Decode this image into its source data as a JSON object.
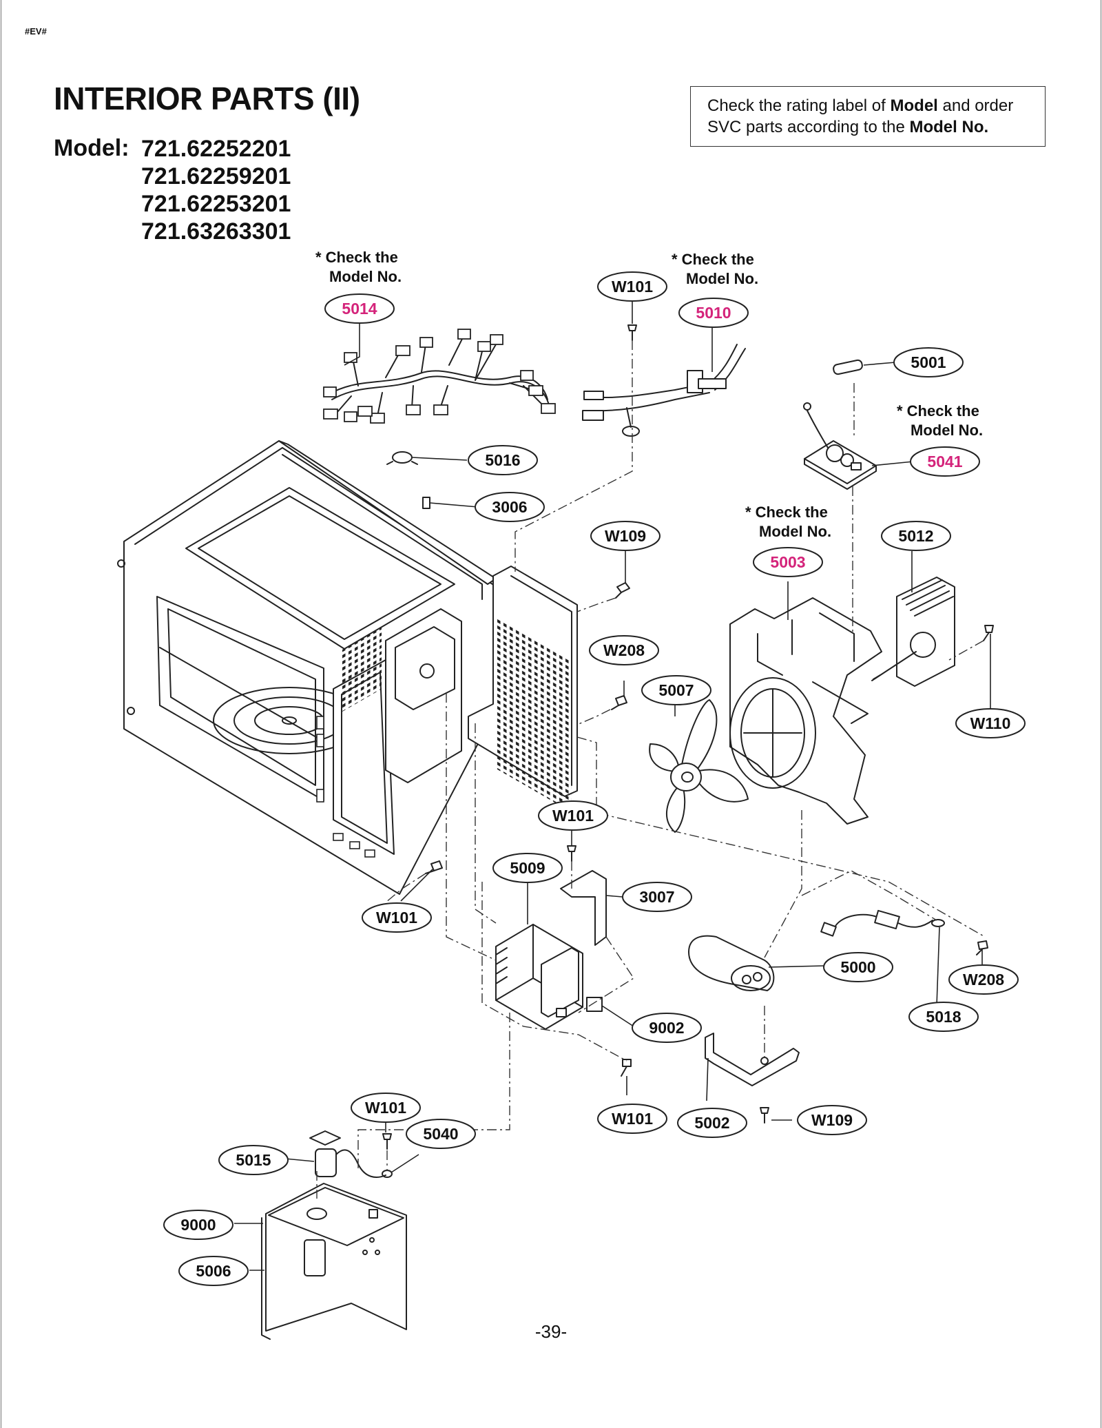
{
  "header": {
    "tag": "#EV#",
    "title": "INTERIOR PARTS (II)",
    "model_label": "Model:",
    "models": [
      "721.62252201",
      "721.62259201",
      "721.62253201",
      "721.63263301"
    ]
  },
  "notice": {
    "t1": "Check the rating label of ",
    "b1": "Model",
    "t2": " and order SVC parts according to the ",
    "b2": "Model No."
  },
  "notes": {
    "line1": "* Check the",
    "line2": "Model No."
  },
  "callouts": {
    "c5014": "5014",
    "c5010": "5010",
    "c5041": "5041",
    "c5003": "5003",
    "cW101_top": "W101",
    "c5001": "5001",
    "c5016": "5016",
    "c3006": "3006",
    "cW109_top": "W109",
    "c5012": "5012",
    "cW208_top": "W208",
    "c5007": "5007",
    "cW110": "W110",
    "cW101_mid": "W101",
    "c5009": "5009",
    "c3007": "3007",
    "cW101_left": "W101",
    "c5000": "5000",
    "cW208_right": "W208",
    "c5018": "5018",
    "c9002": "9002",
    "cW101_low": "W101",
    "c5002": "5002",
    "cW109_low": "W109",
    "cW101_bottom": "W101",
    "c5040": "5040",
    "c5015": "5015",
    "c9000": "9000",
    "c5006": "5006"
  },
  "colors": {
    "highlight": "#d4237a",
    "line": "#222222"
  },
  "footer": {
    "page_number": "-39-"
  }
}
